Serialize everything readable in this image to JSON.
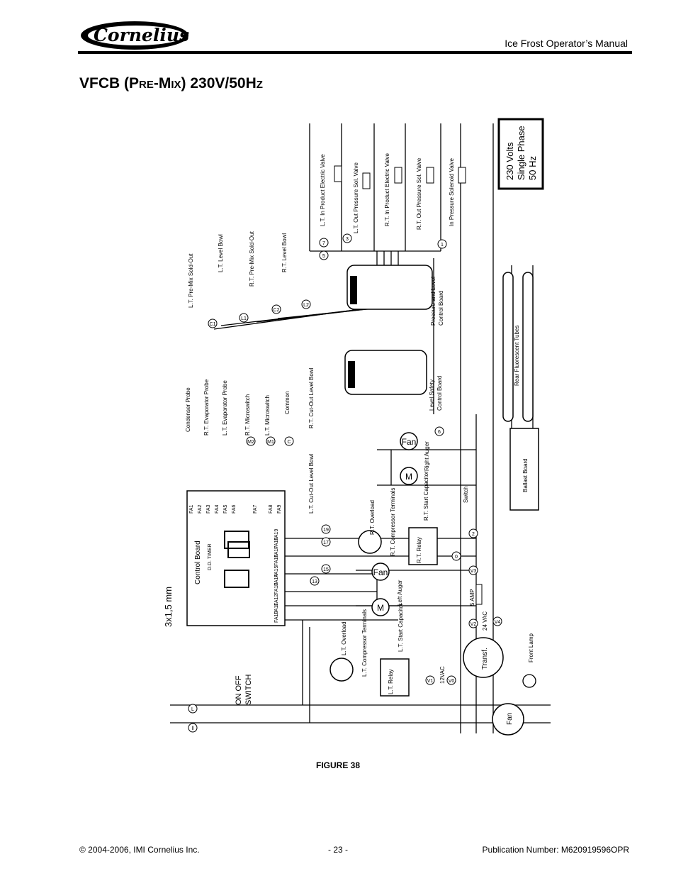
{
  "header": {
    "brand": "Cornelius",
    "manual_title": "Ice Frost Operator’s Manual"
  },
  "page": {
    "heading_main": "VFCB (",
    "heading_p": "P",
    "heading_re": "RE",
    "heading_dash": "-M",
    "heading_ix": "IX",
    "heading_tail": ") 230V/50H",
    "heading_z": "Z"
  },
  "diagram": {
    "supply_line1": "230 Volts",
    "supply_line2": "Single Phase",
    "supply_line3": "50 Hz",
    "valves": [
      "L.T. In Product Electric Valve",
      "L.T. Out Pressure Sol. Valve",
      "R.T. In Product Electric Valve",
      "R.T. Out Pressure Sol. Valve",
      "In Pressure Solenoid Valve"
    ],
    "level_labels": [
      "L.T. Pre-Mix Sold-Out",
      "L.T. Level Bowl",
      "R.T. Pre-Mix Sold-Out",
      "R.T. Level Bowl"
    ],
    "pressure_board_1": "Pressure and Level",
    "pressure_board_2": "Control Board",
    "safety_board_1": "Level Safety",
    "safety_board_2": "Control Board",
    "probes": [
      "Condenser Probe",
      "R.T. Evaporator Probe",
      "L.T. Evaporator Probe"
    ],
    "microswitches": [
      "R.T. Microswitch",
      "L.T. Microswitch",
      "Common"
    ],
    "cutout_rt": "R.T. Cut-Out Level Bowl",
    "cutout_lt": "L.T. Cut-Out Level Bowl",
    "fluorescent": "Rear Fluorescent Tubes",
    "ballast": "Ballast Board",
    "control_board": "Control Board",
    "timer": "D.D. TIMER",
    "fa_top": [
      "FA1",
      "FA2",
      "FA3",
      "FA4",
      "FA5",
      "FA6",
      "FA7",
      "FA8",
      "FA9"
    ],
    "fa_bottom": [
      "FA19",
      "FA18",
      "FA17",
      "FA16",
      "FA15",
      "FA14",
      "FA13",
      "FA12",
      "FA11",
      "FA10"
    ],
    "cable": "3x1,5 mm",
    "switch": "Switch",
    "fan": "Fan",
    "motor": "M",
    "right_auger": "Right Auger",
    "left_auger": "Left Auger",
    "rt_overload": "R.T. Overload",
    "lt_overload": "L.T. Overload",
    "rt_comp": "R.T. Compressor Terminals",
    "lt_comp": "L.T. Compressor Terminals",
    "rt_relay": "R.T. Relay",
    "lt_relay": "L.T. Relay",
    "rt_cap": "R.T. Start Capacitor",
    "lt_cap": "L.T. Start Capacitor",
    "onoff_1": "ON OFF",
    "onoff_2": "SWITCH",
    "fuse": "5 AMP",
    "vac24": "24 VAC",
    "vac12": "12VAC",
    "transf": "Transf.",
    "front_lamp": "Front Lamp",
    "nodes": [
      "1",
      "2",
      "3",
      "5",
      "6",
      "7",
      "13",
      "15",
      "17",
      "19",
      "0",
      "L",
      "ll",
      "C",
      "C1",
      "C2",
      "L1",
      "L2",
      "M1",
      "M2",
      "V1",
      "V2",
      "V3",
      "V4",
      "V0"
    ]
  },
  "figure": {
    "caption": "FIGURE 38"
  },
  "footer": {
    "copyright": "© 2004-2006, IMI Cornelius Inc.",
    "page_number": "- 23 -",
    "publication": "Publication Number: M620919596OPR"
  }
}
